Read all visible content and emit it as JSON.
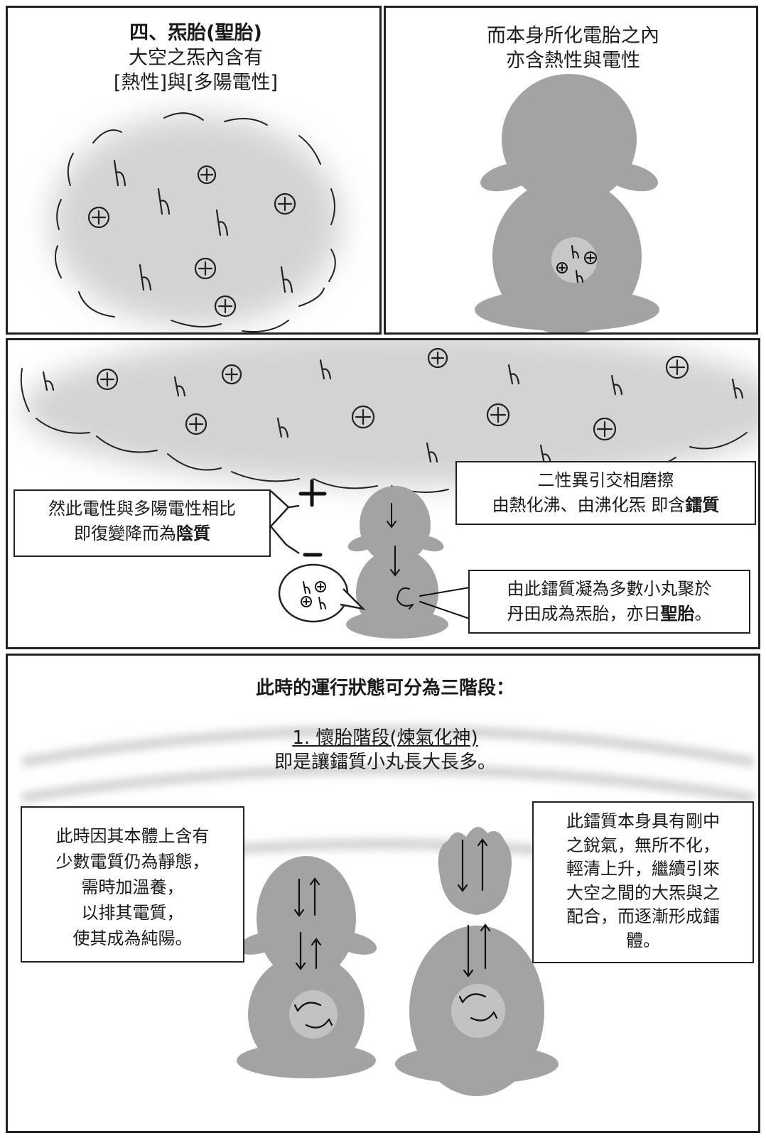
{
  "panel1": {
    "title": "四、炁胎(聖胎)",
    "line1": "大空之炁內含有",
    "line2": "[熱性]與[多陽電性]"
  },
  "panel2": {
    "line1": "而本身所化電胎之內",
    "line2": "亦含熱性與電性"
  },
  "panel3": {
    "left_box": {
      "line1": "然此電性與多陽電性相比",
      "line2_a": "即復變降而為",
      "line2_b": "陰質"
    },
    "right_box": {
      "line1": "二性異引交相磨擦",
      "line2_a": "由熱化沸、由沸化炁 即含",
      "line2_b": "鐳質"
    },
    "bottom_box": {
      "line1": "由此鐳質凝為多數小丸聚於",
      "line2_a": "丹田成為炁胎，亦日",
      "line2_b": "聖胎",
      "line2_c": "。"
    },
    "plus_sign": "+",
    "minus_sign": "-"
  },
  "panel4": {
    "heading": "此時的運行狀態可分為三階段：",
    "stage_title": "1. 懷胎階段(煉氣化神)",
    "stage_desc": "即是讓鐳質小丸長大長多。",
    "left_box": [
      "此時因其本體上含有",
      "少數電質仍為靜態，",
      "需時加溫養，",
      "以排其電質，",
      "使其成為純陽。"
    ],
    "right_box": [
      "此鐳質本身具有剛中",
      "之銳氣，無所不化，",
      "輕清上升，繼續引來",
      "大空之間的大炁與之",
      "配合，而逐漸形成鐳",
      "體。"
    ]
  },
  "colors": {
    "figure": "#a3a3a3",
    "cloud": "#d6d6d6",
    "ink": "#1a1a1a"
  }
}
